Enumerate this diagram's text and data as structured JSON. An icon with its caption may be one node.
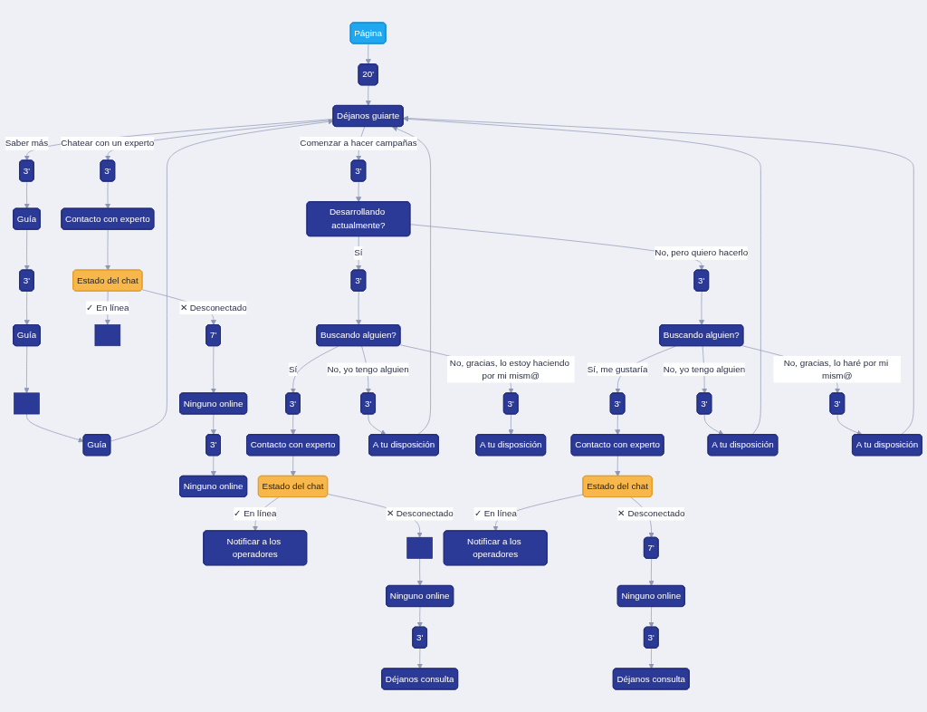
{
  "diagram": {
    "nodes": [
      {
        "text": [
          "Página"
        ]
      },
      {
        "text": [
          "20'"
        ]
      },
      {
        "text": [
          "Déjanos guiarte"
        ]
      },
      {
        "text": [
          "3'"
        ]
      },
      {
        "text": [
          "Guía"
        ]
      },
      {
        "text": [
          "3'"
        ]
      },
      {
        "text": [
          "Guía"
        ]
      },
      {
        "text": [],
        "shape": "box"
      },
      {
        "text": [
          "Guía"
        ]
      },
      {
        "text": [
          "3'"
        ]
      },
      {
        "text": [
          "Contacto con experto"
        ]
      },
      {
        "text": [
          "Estado del chat"
        ]
      },
      {
        "text": [],
        "shape": "box"
      },
      {
        "text": [
          "7'"
        ]
      },
      {
        "text": [
          "Ninguno online"
        ]
      },
      {
        "text": [
          "3'"
        ]
      },
      {
        "text": [
          "Ninguno online"
        ]
      },
      {
        "text": [
          "3'"
        ]
      },
      {
        "text": [
          "Desarrollando actualmente?"
        ]
      },
      {
        "text": [
          "3'"
        ]
      },
      {
        "text": [
          "Buscando alguien?"
        ]
      },
      {
        "text": [
          "3'"
        ]
      },
      {
        "text": [
          "Contacto con experto"
        ]
      },
      {
        "text": [
          "Estado del chat"
        ]
      },
      {
        "text": [
          "Notificar a los operadores"
        ]
      },
      {
        "text": [],
        "shape": "box"
      },
      {
        "text": [
          "Ninguno online"
        ]
      },
      {
        "text": [
          "3'"
        ]
      },
      {
        "text": [
          "Déjanos consulta"
        ]
      },
      {
        "text": [
          "3'"
        ]
      },
      {
        "text": [
          "A tu disposición"
        ]
      },
      {
        "text": [
          "3'"
        ]
      },
      {
        "text": [
          "A tu disposición"
        ]
      },
      {
        "text": [
          "3'"
        ]
      },
      {
        "text": [
          "Buscando alguien?"
        ]
      },
      {
        "text": [
          "3'"
        ]
      },
      {
        "text": [
          "Contacto con experto"
        ]
      },
      {
        "text": [
          "Estado del chat"
        ]
      },
      {
        "text": [
          "Notificar a los operadores"
        ]
      },
      {
        "text": [
          "7'"
        ]
      },
      {
        "text": [
          "Ninguno online"
        ]
      },
      {
        "text": [
          "3'"
        ]
      },
      {
        "text": [
          "Déjanos consulta"
        ]
      },
      {
        "text": [
          "3'"
        ]
      },
      {
        "text": [
          "A tu disposición"
        ]
      },
      {
        "text": [
          "3'"
        ]
      },
      {
        "text": [
          "A tu disposición"
        ]
      }
    ],
    "edges": [
      {
        "from": 0,
        "to": 1,
        "arrow": "to"
      },
      {
        "from": 1,
        "to": 2,
        "arrow": "to"
      },
      {
        "from": 2,
        "to": 3,
        "arrow": "to",
        "label": "Saber más"
      },
      {
        "from": 3,
        "to": 4,
        "arrow": "to"
      },
      {
        "from": 4,
        "to": 5,
        "arrow": "to"
      },
      {
        "from": 5,
        "to": 6,
        "arrow": "to"
      },
      {
        "from": 6,
        "to": 7,
        "arrow": "to"
      },
      {
        "from": 7,
        "to": 8,
        "arrow": "to"
      },
      {
        "from": 8,
        "to": 2,
        "arrow": "to"
      },
      {
        "from": 2,
        "to": 9,
        "arrow": "to",
        "label": "Chatear con un experto"
      },
      {
        "from": 9,
        "to": 10,
        "arrow": "to"
      },
      {
        "from": 10,
        "to": 11,
        "arrow": "to"
      },
      {
        "from": 11,
        "to": 12,
        "arrow": "to",
        "label": "✓ En línea"
      },
      {
        "from": 11,
        "to": 13,
        "arrow": "to",
        "label": "✕ Desconectado"
      },
      {
        "from": 13,
        "to": 14,
        "arrow": "to"
      },
      {
        "from": 14,
        "to": 15,
        "arrow": "to"
      },
      {
        "from": 15,
        "to": 16,
        "arrow": "to"
      },
      {
        "from": 2,
        "to": 17,
        "arrow": "to",
        "label": "Comenzar a hacer campañas"
      },
      {
        "from": 17,
        "to": 18,
        "arrow": "to"
      },
      {
        "from": 18,
        "to": 19,
        "arrow": "to",
        "label": "Sí"
      },
      {
        "from": 18,
        "to": 33,
        "arrow": "to",
        "label": "No, pero quiero hacerlo"
      },
      {
        "from": 19,
        "to": 20,
        "arrow": "to"
      },
      {
        "from": 20,
        "to": 21,
        "arrow": "to",
        "label": "Sí"
      },
      {
        "from": 20,
        "to": 29,
        "arrow": "to",
        "label": "No, yo tengo alguien"
      },
      {
        "from": 20,
        "to": 31,
        "arrow": "to",
        "label": "No, gracias, lo estoy haciendo por mi mism@"
      },
      {
        "from": 21,
        "to": 22,
        "arrow": "to"
      },
      {
        "from": 22,
        "to": 23,
        "arrow": "to"
      },
      {
        "from": 23,
        "to": 24,
        "arrow": "to",
        "label": "✓ En línea"
      },
      {
        "from": 23,
        "to": 25,
        "arrow": "to",
        "label": "✕ Desconectado"
      },
      {
        "from": 25,
        "to": 26,
        "arrow": "to"
      },
      {
        "from": 26,
        "to": 27,
        "arrow": "to"
      },
      {
        "from": 27,
        "to": 28,
        "arrow": "to"
      },
      {
        "from": 29,
        "to": 30,
        "arrow": "to"
      },
      {
        "from": 30,
        "to": 2,
        "arrow": "to"
      },
      {
        "from": 31,
        "to": 32,
        "arrow": "to"
      },
      {
        "from": 33,
        "to": 34,
        "arrow": "to"
      },
      {
        "from": 34,
        "to": 35,
        "arrow": "to",
        "label": "Sí, me gustaría"
      },
      {
        "from": 34,
        "to": 43,
        "arrow": "to",
        "label": "No, yo tengo alguien"
      },
      {
        "from": 34,
        "to": 45,
        "arrow": "to",
        "label": "No, gracias, lo haré por mi mism@"
      },
      {
        "from": 35,
        "to": 36,
        "arrow": "to"
      },
      {
        "from": 36,
        "to": 37,
        "arrow": "to"
      },
      {
        "from": 37,
        "to": 38,
        "arrow": "to",
        "label": "✓ En línea"
      },
      {
        "from": 37,
        "to": 39,
        "arrow": "to",
        "label": "✕ Desconectado"
      },
      {
        "from": 39,
        "to": 40,
        "arrow": "to"
      },
      {
        "from": 40,
        "to": 41,
        "arrow": "to"
      },
      {
        "from": 41,
        "to": 42,
        "arrow": "to"
      },
      {
        "from": 43,
        "to": 44,
        "arrow": "to"
      },
      {
        "from": 44,
        "to": 2,
        "arrow": "to"
      },
      {
        "from": 45,
        "to": 46,
        "arrow": "to"
      },
      {
        "from": 46,
        "to": 2,
        "arrow": "to"
      }
    ]
  }
}
